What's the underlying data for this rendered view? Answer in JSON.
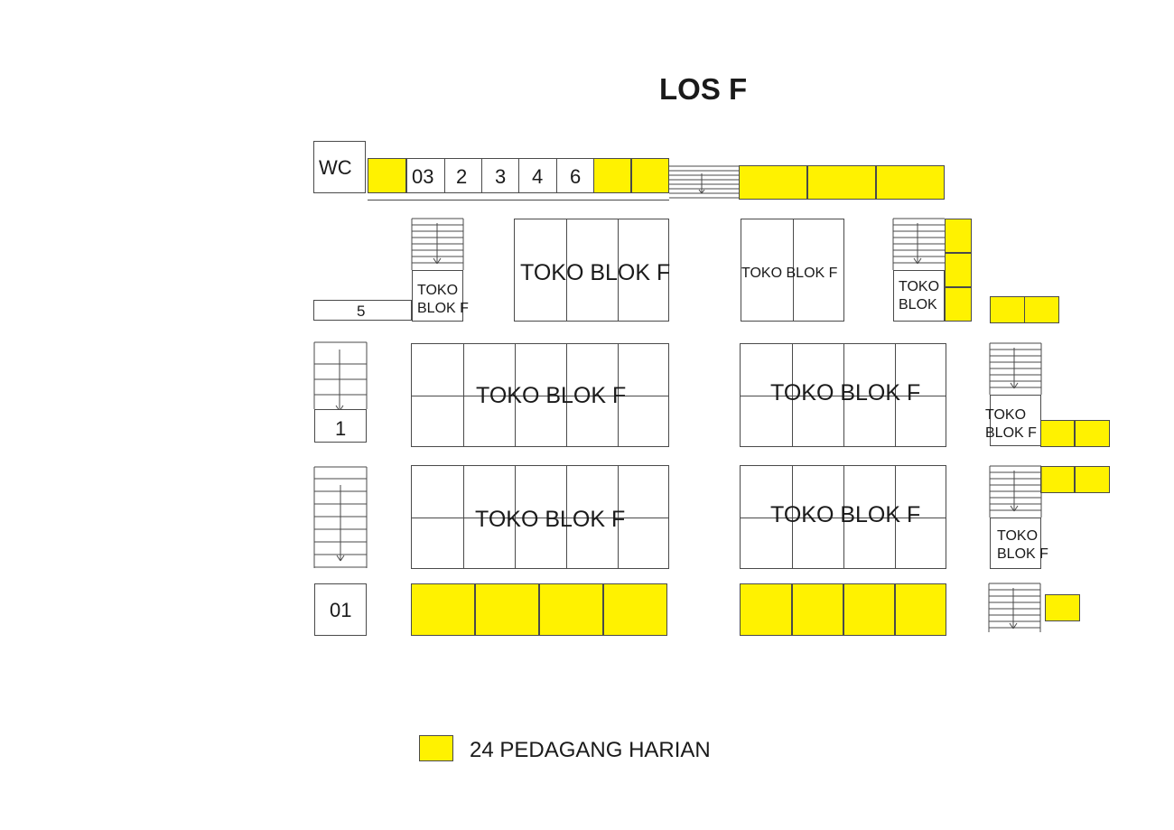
{
  "title": "LOS F",
  "colors": {
    "harian": "#fff200",
    "outline": "#4a4a4a"
  },
  "top_row": {
    "wc": "WC",
    "kios": [
      "03",
      "2",
      "3",
      "4",
      "6"
    ]
  },
  "kios_5": "5",
  "kios_1": "1",
  "kios_01": "01",
  "blocks": {
    "row1_left": "TOKO BLOK F",
    "row1_mid": "TOKO BLOK F",
    "row1_stair_left": "TOKO\nBLOK F",
    "row1_stair_right": "TOKO\nBLOK",
    "row2_left": "TOKO BLOK F",
    "row2_right": "TOKO BLOK F",
    "row2_stair": "TOKO\nBLOK F",
    "row3_left": "TOKO BLOK F",
    "row3_right": "TOKO BLOK F",
    "row3_stair": "TOKO\nBLOK F"
  },
  "legend": {
    "label": "24 PEDAGANG HARIAN",
    "count": 24
  },
  "icons": [
    "stair-arrow-icon"
  ]
}
